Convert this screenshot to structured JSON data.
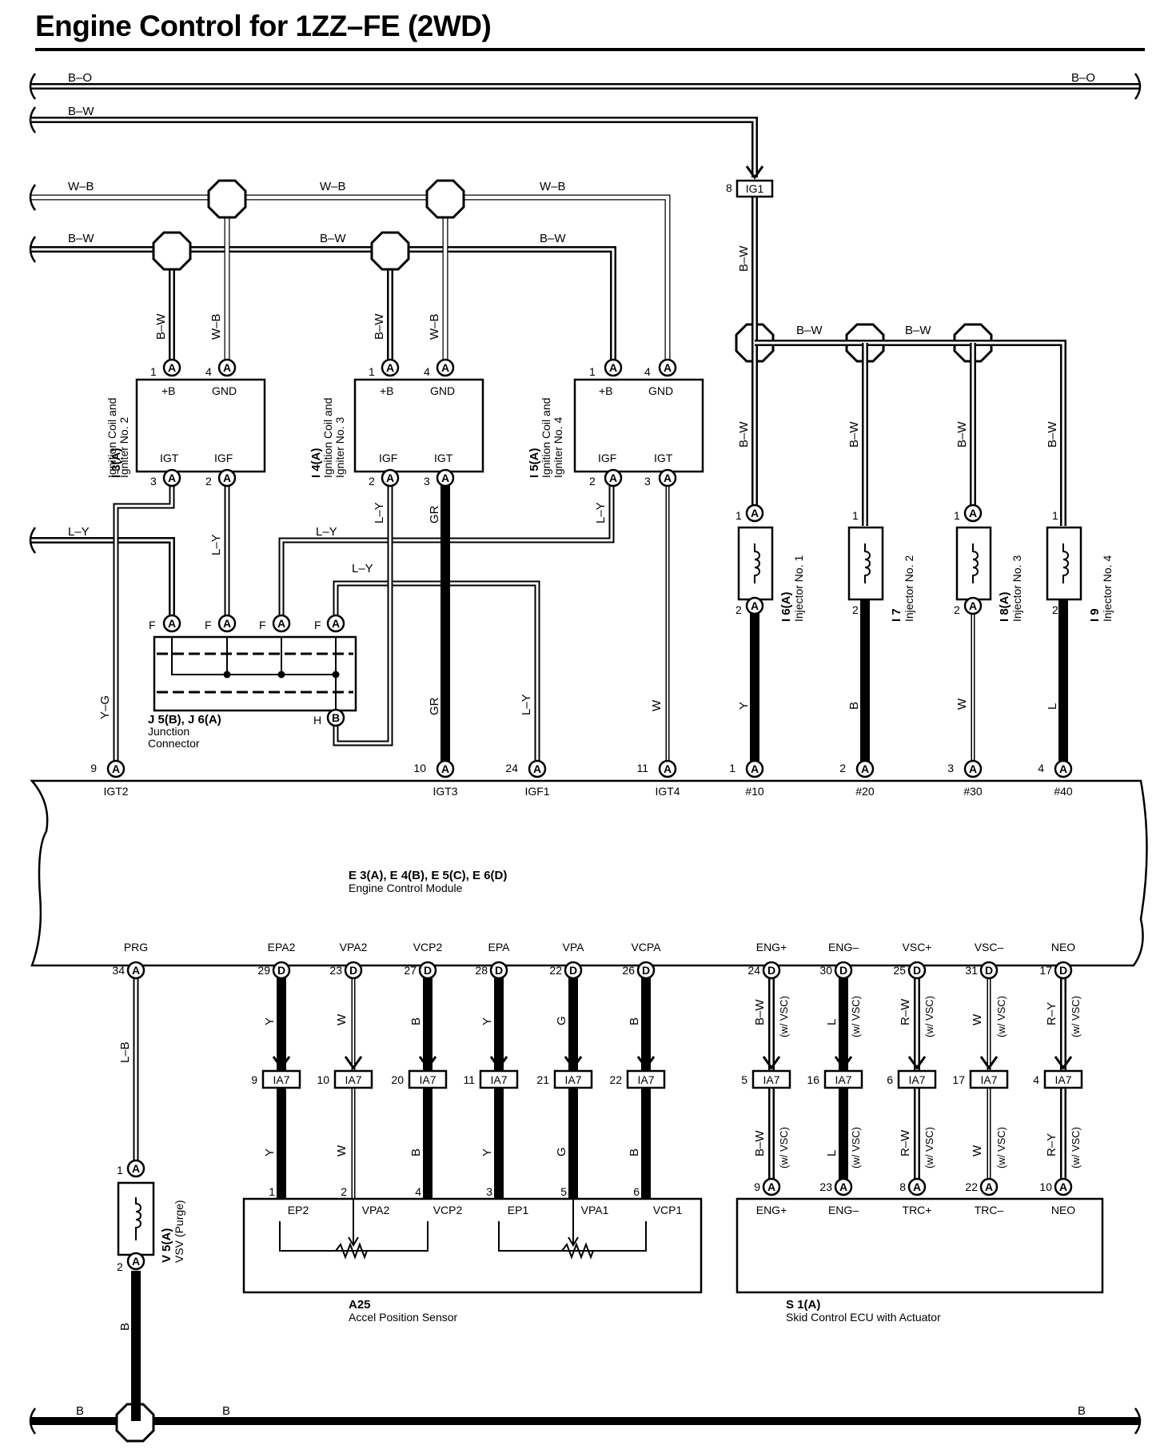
{
  "title": "Engine Control for 1ZZ–FE (2WD)",
  "buses": {
    "bo_left": "B–O",
    "bo_right": "B–O",
    "bw_top": "B–W",
    "wb_1": "W–B",
    "wb_2": "W–B",
    "wb_3": "W–B",
    "bw_1": "B–W",
    "bw_2": "B–W",
    "bw_3": "B–W",
    "ly_left": "L–Y",
    "b_1": "B",
    "b_2": "B",
    "b_3": "B"
  },
  "ig1": {
    "pin": "8",
    "label": "IG1",
    "wire": "B–W",
    "bw_a": "B–W",
    "bw_b": "B–W"
  },
  "coils": [
    {
      "id": "I 3(A)",
      "name1": "Ignition Coil and",
      "name2": "Igniter No. 2",
      "tl": "+B",
      "tr": "GND",
      "bl": "IGT",
      "br": "IGF",
      "p1": "1",
      "p4": "4",
      "pbl": "3",
      "pbr": "2",
      "w1": "B–W",
      "w4": "W–B"
    },
    {
      "id": "I 4(A)",
      "name1": "Ignition Coil and",
      "name2": "Igniter No. 3",
      "tl": "+B",
      "tr": "GND",
      "bl": "IGF",
      "br": "IGT",
      "p1": "1",
      "p4": "4",
      "pbl": "2",
      "pbr": "3",
      "w1": "B–W",
      "w4": "W–B"
    },
    {
      "id": "I 5(A)",
      "name1": "Ignition Coil and",
      "name2": "Igniter No. 4",
      "tl": "+B",
      "tr": "GND",
      "bl": "IGF",
      "br": "IGT",
      "p1": "1",
      "p4": "4",
      "pbl": "2",
      "pbr": "3",
      "w1": "B–W",
      "w4": "W–B"
    }
  ],
  "coil_wires": {
    "c1_ly": "L–Y",
    "c2_ly": "L–Y",
    "c2_gr": "GR",
    "c3_ly": "L–Y",
    "ly_mid": "L–Y",
    "ly_inner": "L–Y",
    "yg": "Y–G",
    "gr_low": "GR",
    "ly_low": "L–Y",
    "w_low": "W"
  },
  "junction": {
    "id": "J 5(B), J 6(A)",
    "name1": "Junction",
    "name2": "Connector",
    "f": "F",
    "h": "H"
  },
  "injectors": [
    {
      "id": "I 6(A)",
      "name": "Injector No. 1",
      "p1": "1",
      "p2": "2",
      "wt": "B–W",
      "wb": "Y",
      "conn": "A"
    },
    {
      "id": "I 7",
      "name": "Injector No. 2",
      "p1": "1",
      "p2": "2",
      "wt": "B–W",
      "wb": "B",
      "conn": ""
    },
    {
      "id": "I 8(A)",
      "name": "Injector No. 3",
      "p1": "1",
      "p2": "2",
      "wt": "B–W",
      "wb": "W",
      "conn": "A"
    },
    {
      "id": "I 9",
      "name": "Injector No. 4",
      "p1": "1",
      "p2": "2",
      "wt": "B–W",
      "wb": "L",
      "conn": ""
    }
  ],
  "ecm": {
    "id": "E 3(A), E 4(B), E 5(C), E 6(D)",
    "name": "Engine Control Module",
    "top": [
      {
        "pin": "9",
        "conn": "A",
        "name": "IGT2"
      },
      {
        "pin": "10",
        "conn": "A",
        "name": "IGT3"
      },
      {
        "pin": "24",
        "conn": "A",
        "name": "IGF1"
      },
      {
        "pin": "11",
        "conn": "A",
        "name": "IGT4"
      },
      {
        "pin": "1",
        "conn": "A",
        "name": "#10"
      },
      {
        "pin": "2",
        "conn": "A",
        "name": "#20"
      },
      {
        "pin": "3",
        "conn": "A",
        "name": "#30"
      },
      {
        "pin": "4",
        "conn": "A",
        "name": "#40"
      }
    ],
    "bottom": [
      {
        "pin": "34",
        "conn": "A",
        "name": "PRG"
      },
      {
        "pin": "29",
        "conn": "D",
        "name": "EPA2"
      },
      {
        "pin": "23",
        "conn": "D",
        "name": "VPA2"
      },
      {
        "pin": "27",
        "conn": "D",
        "name": "VCP2"
      },
      {
        "pin": "28",
        "conn": "D",
        "name": "EPA"
      },
      {
        "pin": "22",
        "conn": "D",
        "name": "VPA"
      },
      {
        "pin": "26",
        "conn": "D",
        "name": "VCPA"
      },
      {
        "pin": "24",
        "conn": "D",
        "name": "ENG+"
      },
      {
        "pin": "30",
        "conn": "D",
        "name": "ENG–"
      },
      {
        "pin": "25",
        "conn": "D",
        "name": "VSC+"
      },
      {
        "pin": "31",
        "conn": "D",
        "name": "VSC–"
      },
      {
        "pin": "17",
        "conn": "D",
        "name": "NEO"
      }
    ]
  },
  "ia7": [
    {
      "pin": "9",
      "label": "IA7",
      "wire": "Y"
    },
    {
      "pin": "10",
      "label": "IA7",
      "wire": "W"
    },
    {
      "pin": "20",
      "label": "IA7",
      "wire": "B"
    },
    {
      "pin": "11",
      "label": "IA7",
      "wire": "Y"
    },
    {
      "pin": "21",
      "label": "IA7",
      "wire": "G"
    },
    {
      "pin": "22",
      "label": "IA7",
      "wire": "B"
    },
    {
      "pin": "5",
      "label": "IA7",
      "wire": "B–W"
    },
    {
      "pin": "16",
      "label": "IA7",
      "wire": "L"
    },
    {
      "pin": "6",
      "label": "IA7",
      "wire": "R–W"
    },
    {
      "pin": "17",
      "label": "IA7",
      "wire": "W"
    },
    {
      "pin": "4",
      "label": "IA7",
      "wire": "R–Y"
    }
  ],
  "vsc_note": "(w/ VSC)",
  "prg_wire": "L–B",
  "vsv": {
    "id": "V 5(A)",
    "name": "VSV (Purge)",
    "p1": "1",
    "p2": "2",
    "wire": "B"
  },
  "accel": {
    "id": "A25",
    "name": "Accel Position Sensor",
    "pins": [
      "1",
      "2",
      "4",
      "3",
      "5",
      "6"
    ],
    "terms": [
      "EP2",
      "VPA2",
      "VCP2",
      "EP1",
      "VPA1",
      "VCP1"
    ]
  },
  "skid": {
    "id": "S 1(A)",
    "name": "Skid Control ECU with Actuator",
    "pins": [
      "9",
      "23",
      "8",
      "22",
      "10"
    ],
    "terms": [
      "ENG+",
      "ENG–",
      "TRC+",
      "TRC–",
      "NEO"
    ]
  },
  "conn_a": "A"
}
